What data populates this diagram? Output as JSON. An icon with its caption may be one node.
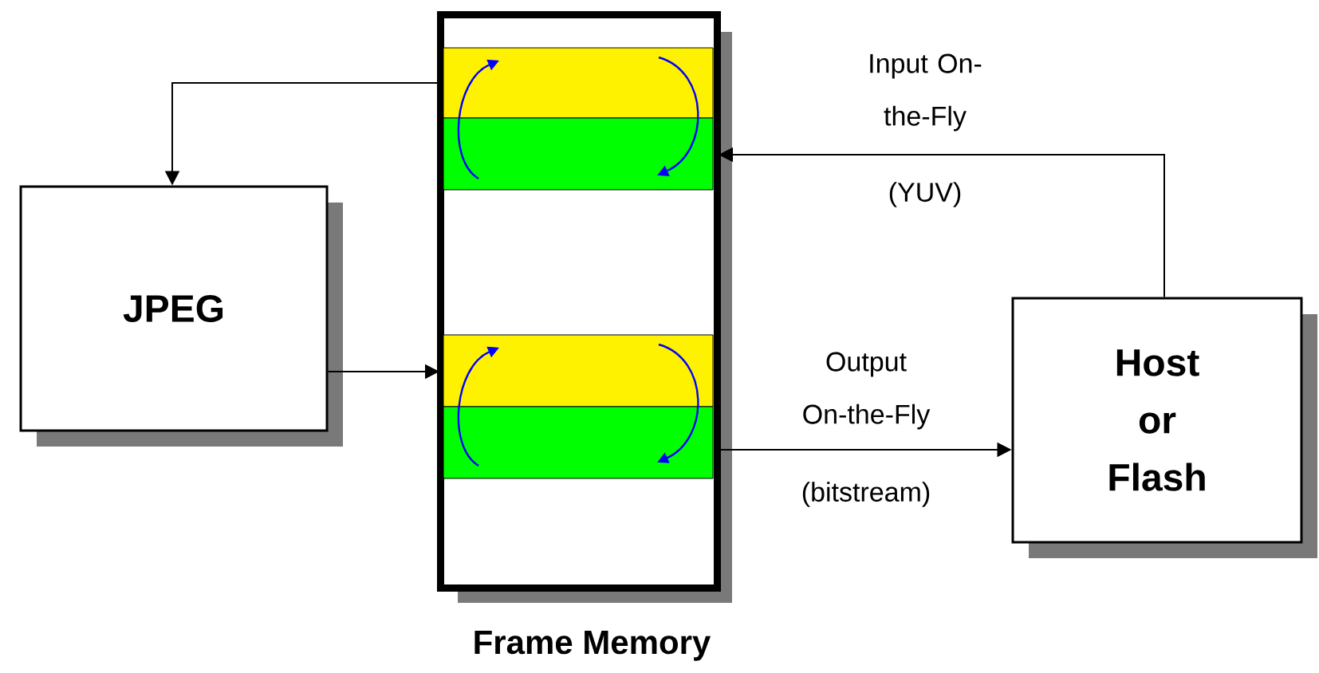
{
  "diagram": {
    "nodes": [
      {
        "text": [
          "Frame Memory"
        ]
      },
      {
        "text": [
          "JPEG"
        ]
      },
      {
        "text": [
          "Host or Flash"
        ]
      }
    ],
    "edges": [
      {
        "from": 0,
        "to": 1,
        "arrow": "to"
      },
      {
        "from": 1,
        "to": 0,
        "arrow": "to"
      },
      {
        "from": 2,
        "to": 0,
        "arrow": "to",
        "label": "Input On-the-Fly"
      },
      {
        "from": 0,
        "to": 2,
        "arrow": "to",
        "label": "Output On-the-Fly"
      }
    ],
    "labels": [
      "(YUV)",
      "(bitstream)"
    ]
  }
}
